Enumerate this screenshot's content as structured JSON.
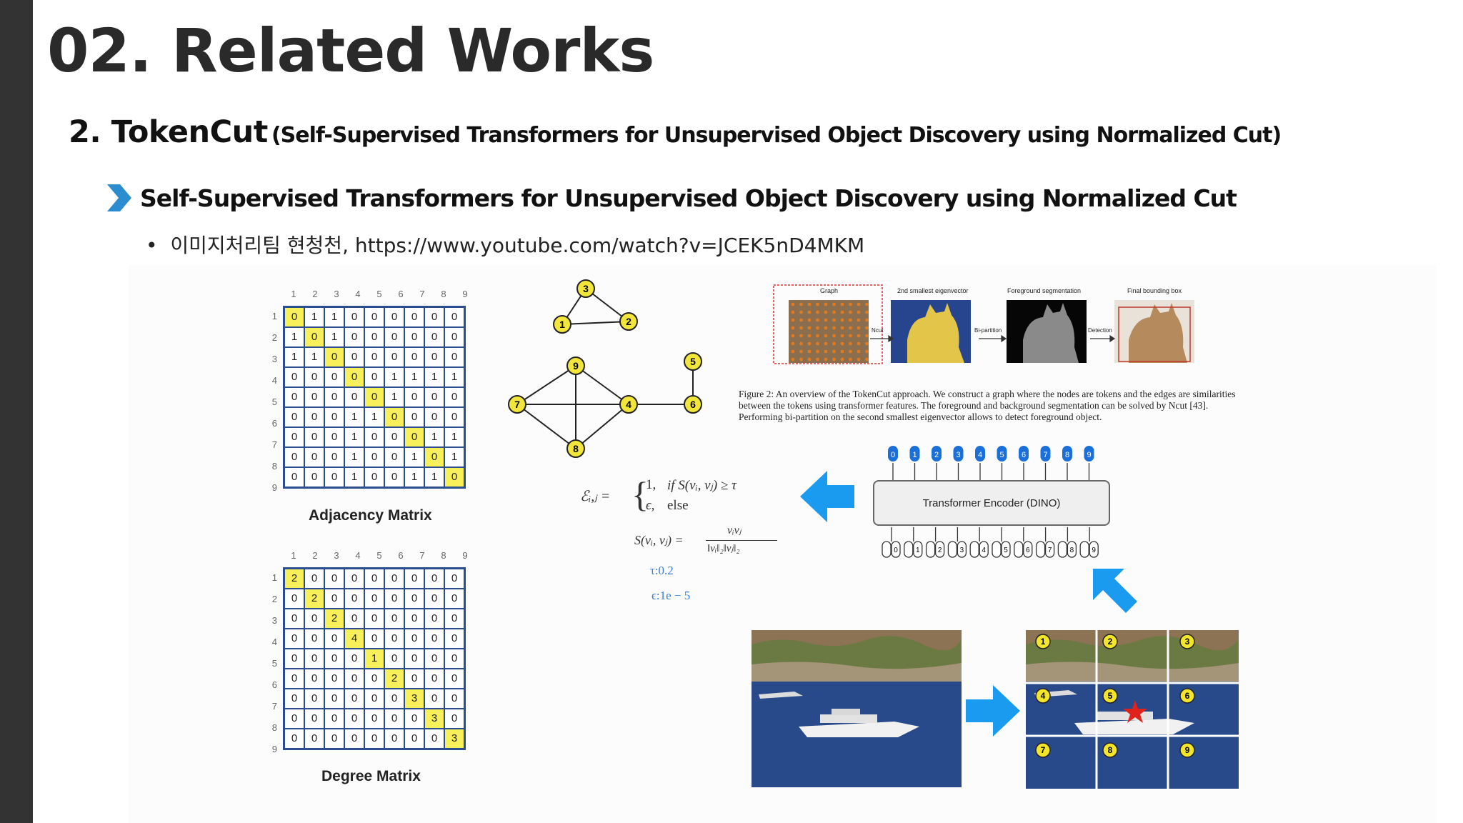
{
  "slide": {
    "title": "02. Related Works",
    "section_main": "2. TokenCut",
    "section_sub": "(Self-Supervised Transformers for Unsupervised Object Discovery using Normalized Cut)",
    "subheading": "Self-Supervised Transformers for Unsupervised Object Discovery using Normalized Cut",
    "bullet": "이미지처리팀 현청천, https://www.youtube.com/watch?v=JCEK5nD4MKM"
  },
  "adjacency": {
    "label": "Adjacency Matrix",
    "headers": [
      "1",
      "2",
      "3",
      "4",
      "5",
      "6",
      "7",
      "8",
      "9"
    ],
    "rows": [
      [
        "0",
        "1",
        "1",
        "0",
        "0",
        "0",
        "0",
        "0",
        "0"
      ],
      [
        "1",
        "0",
        "1",
        "0",
        "0",
        "0",
        "0",
        "0",
        "0"
      ],
      [
        "1",
        "1",
        "0",
        "0",
        "0",
        "0",
        "0",
        "0",
        "0"
      ],
      [
        "0",
        "0",
        "0",
        "0",
        "0",
        "1",
        "1",
        "1",
        "1"
      ],
      [
        "0",
        "0",
        "0",
        "0",
        "0",
        "1",
        "0",
        "0",
        "0"
      ],
      [
        "0",
        "0",
        "0",
        "1",
        "1",
        "0",
        "0",
        "0",
        "0"
      ],
      [
        "0",
        "0",
        "0",
        "1",
        "0",
        "0",
        "0",
        "1",
        "1"
      ],
      [
        "0",
        "0",
        "0",
        "1",
        "0",
        "0",
        "1",
        "0",
        "1"
      ],
      [
        "0",
        "0",
        "0",
        "1",
        "0",
        "0",
        "1",
        "1",
        "0"
      ]
    ]
  },
  "degree": {
    "label": "Degree Matrix",
    "headers": [
      "1",
      "2",
      "3",
      "4",
      "5",
      "6",
      "7",
      "8",
      "9"
    ],
    "rows": [
      [
        "2",
        "0",
        "0",
        "0",
        "0",
        "0",
        "0",
        "0",
        "0"
      ],
      [
        "0",
        "2",
        "0",
        "0",
        "0",
        "0",
        "0",
        "0",
        "0"
      ],
      [
        "0",
        "0",
        "2",
        "0",
        "0",
        "0",
        "0",
        "0",
        "0"
      ],
      [
        "0",
        "0",
        "0",
        "4",
        "0",
        "0",
        "0",
        "0",
        "0"
      ],
      [
        "0",
        "0",
        "0",
        "0",
        "1",
        "0",
        "0",
        "0",
        "0"
      ],
      [
        "0",
        "0",
        "0",
        "0",
        "0",
        "2",
        "0",
        "0",
        "0"
      ],
      [
        "0",
        "0",
        "0",
        "0",
        "0",
        "0",
        "3",
        "0",
        "0"
      ],
      [
        "0",
        "0",
        "0",
        "0",
        "0",
        "0",
        "0",
        "3",
        "0"
      ],
      [
        "0",
        "0",
        "0",
        "0",
        "0",
        "0",
        "0",
        "0",
        "3"
      ]
    ]
  },
  "graph_nodes": [
    "1",
    "2",
    "3",
    "4",
    "5",
    "6",
    "7",
    "8",
    "9"
  ],
  "figure": {
    "panels": [
      "Graph",
      "2nd smallest eigenvector",
      "Foreground segmentation",
      "Final bounding box"
    ],
    "edges": [
      "Ncut",
      "Bi-partition",
      "Detection"
    ],
    "caption": "Figure 2: An overview of the TokenCut approach. We construct a graph where the nodes are tokens and the edges are similarities between the tokens using transformer features. The foreground and background segmentation can be solved by Ncut [43]. Performing bi-partition on the second smallest eigenvector allows to detect foreground object."
  },
  "equations": {
    "e_lhs": "ℰᵢ,ⱼ =",
    "case1_val": "1,",
    "case1_cond": "if S(vᵢ, vⱼ) ≥ τ",
    "case2_val": "ϵ,",
    "case2_cond": "else",
    "s_lhs": "S(vᵢ, vⱼ) =",
    "s_num": "vᵢvⱼ",
    "s_den": "‖vᵢ‖₂‖vⱼ‖₂",
    "tau": "τ:0.2",
    "eps": "ϵ:1e − 5"
  },
  "encoder": {
    "label": "Transformer Encoder (DINO)",
    "out_tokens": [
      "0",
      "1",
      "2",
      "3",
      "4",
      "5",
      "6",
      "7",
      "8",
      "9"
    ],
    "in_tokens": [
      "0",
      "1",
      "2",
      "3",
      "4",
      "5",
      "6",
      "7",
      "8",
      "9"
    ]
  },
  "patches": [
    "1",
    "2",
    "3",
    "4",
    "5",
    "6",
    "7",
    "8",
    "9"
  ],
  "colors": {
    "highlight": "#f7f05a",
    "arrow_blue": "#1a9bf0",
    "accent": "#2b8ccf",
    "patch_badge": "#f2e52a",
    "token_blue": "#1b6fd8"
  }
}
